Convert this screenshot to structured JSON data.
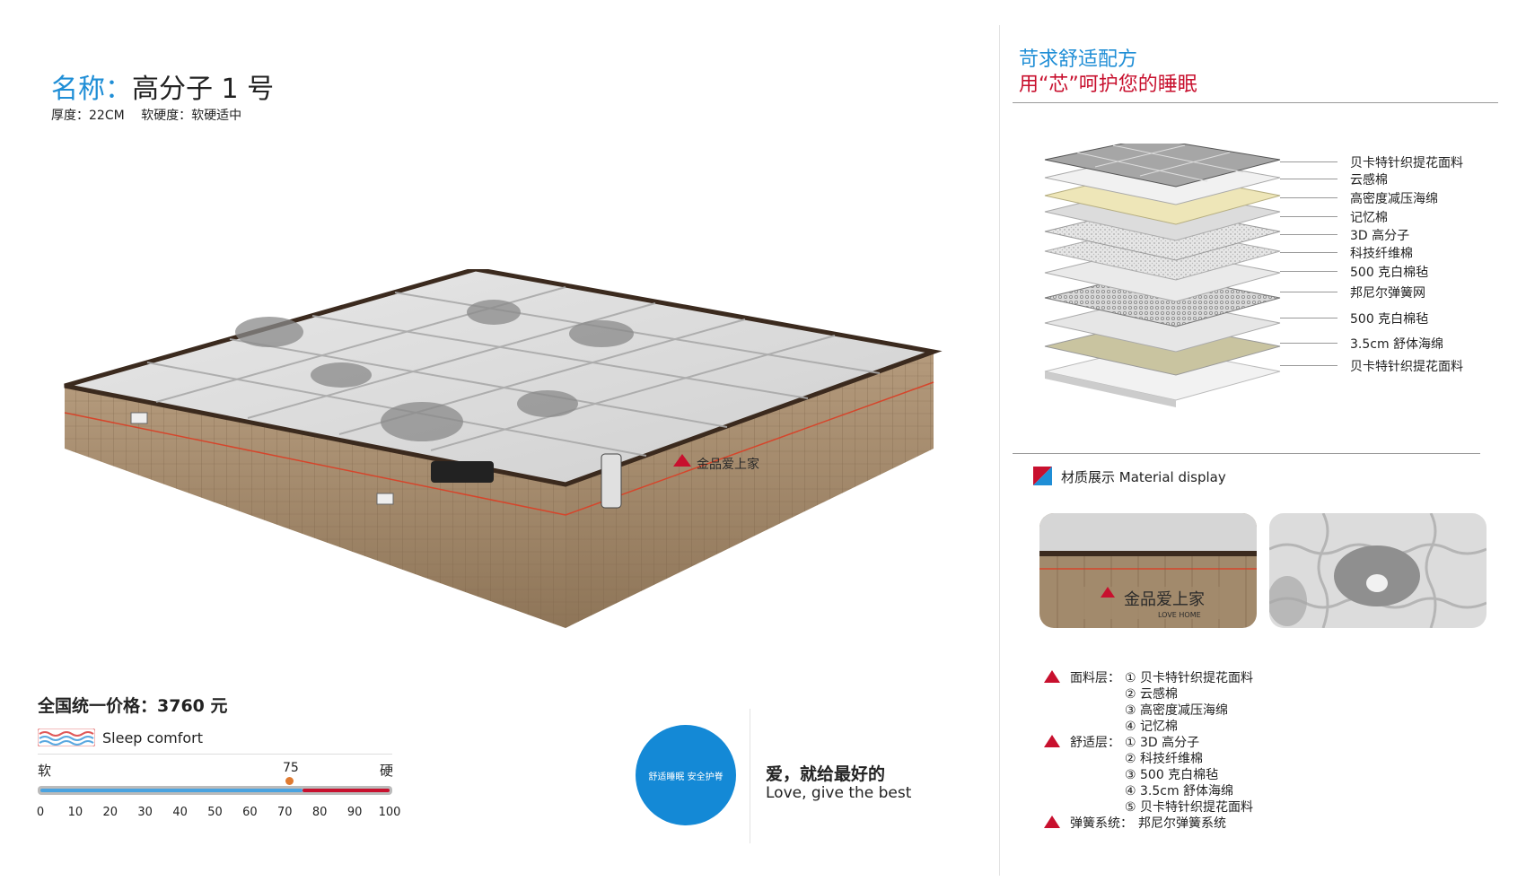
{
  "product": {
    "title_label": "名称",
    "title_sep": "：",
    "title_name": "高分子 1 号",
    "thickness": "厚度：22CM",
    "softness": "软硬度：软硬适中",
    "price": "全国统一价格：3760 元",
    "comfort_label": "Sleep comfort"
  },
  "scale": {
    "soft": "软",
    "hard": "硬",
    "value_label": "75",
    "value": 75,
    "min": 0,
    "max": 100,
    "ticks": [
      "0",
      "10",
      "20",
      "30",
      "40",
      "50",
      "60",
      "70",
      "80",
      "90",
      "100"
    ]
  },
  "slogan": {
    "badge": "舒适睡眠 安全护脊",
    "cn": "爱，就给最好的",
    "en": "Love, give the best"
  },
  "formula": {
    "heading1": "苛求舒适配方",
    "heading2": "用“芯”呵护您的睡眠",
    "layers": [
      "贝卡特针织提花面料",
      "云感棉",
      "高密度减压海绵",
      "记忆棉",
      "3D 高分子",
      "科技纤维棉",
      "500 克白棉毡",
      "邦尼尔弹簧网",
      "500 克白棉毡",
      "3.5cm 舒体海绵",
      "贝卡特针织提花面料"
    ]
  },
  "material": {
    "title": "材质展示 Material display",
    "brand_logo": "金品爱上家",
    "brand_sub": "LOVE HOME"
  },
  "composition": {
    "face_cat": "面料层：",
    "face_items": [
      "① 贝卡特针织提花面料",
      "② 云感棉",
      "③ 高密度减压海绵",
      "④ 记忆棉"
    ],
    "comfort_cat": "舒适层：",
    "comfort_items": [
      "① 3D 高分子",
      "② 科技纤维棉",
      "③ 500 克白棉毡",
      "④ 3.5cm 舒体海绵",
      "⑤ 贝卡特针织提花面料"
    ],
    "spring_cat": "弹簧系统：",
    "spring_item": "邦尼尔弹簧系统"
  },
  "colors": {
    "accent_blue": "#1f8ed6",
    "accent_red": "#c8102e",
    "scale_marker": "#e07b31"
  }
}
